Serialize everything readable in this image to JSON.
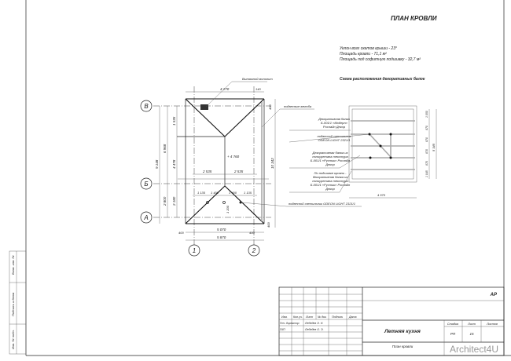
{
  "title": "ПЛАН КРОВЛИ",
  "notes": [
    "Уклон всех скатов крыши  -  23°",
    "Площадь кровли   -  71,1 м²",
    "Площадь под софитную подшивку - 32,7 м²"
  ],
  "schema_title": "Схема расположения декоративных балок",
  "plan": {
    "axes_rows": [
      "В",
      "Б",
      "А"
    ],
    "axes_cols": [
      "1",
      "2"
    ],
    "callouts": {
      "vent": "Вытяжной монолит",
      "gutter": "подвесные желоба",
      "lamp": "подвесной светильник ODEON LIGHT 2321/1"
    },
    "dims": {
      "top": "4 270",
      "top_small": "140",
      "top_right": "400",
      "left_total": "9 148",
      "left_upper": "6 968",
      "left_a": "1 535",
      "left_b": "4 478",
      "left_c": "2 800",
      "left_d": "2 180",
      "mid_left": "2 535",
      "mid_right": "2 535",
      "low1": "1 135",
      "low2": "1 400",
      "low3": "1 400",
      "low4": "1 135",
      "vertical_small": "1 200",
      "level": "+ 4 760",
      "bottom_inner": "5 070",
      "bottom_total": "5 870",
      "bottom_left": "400",
      "bottom_right": "400",
      "right_total": "10 342",
      "right_small": "400"
    }
  },
  "schema": {
    "labels": [
      "Декоративная балка Б-001/1 «Модерн» Рослайн Декор",
      "подвесной светильник ODEON LIGHT 2321/1",
      "Декоративная балка из полиуретана текстура Б-001/1 «Рустик» Рослайн Декор",
      "По подшивке кровли - декоративная балка из полиуретана текстура Б-001/1 «Рустик» Рослайн Декор"
    ],
    "dims_right": [
      "1 050",
      "870",
      "870",
      "870",
      "870",
      "1 045"
    ],
    "dim_total": "5 345",
    "dim_bottom": "4 570"
  },
  "side_stamp": [
    "Взам. инв. №",
    "Подпись и дата",
    "Инв. № подл."
  ],
  "stamp": {
    "code": "АР",
    "headers": [
      "Изм.",
      "Кол.уч.",
      "Лист",
      "№ док.",
      "Подпись",
      "Дата"
    ],
    "people": [
      {
        "role": "Ген. директор",
        "name": "Лебедев Э. Н."
      },
      {
        "role": "ГАП",
        "name": "Лебедев О. Э."
      }
    ],
    "project": "Летняя кухня",
    "sheet_name": "План кровли",
    "stage_label": "Стадия",
    "sheet_label": "Лист",
    "sheets_label": "Листов",
    "stage": "РП",
    "sheet": "15",
    "sheets": "",
    "logo": "Architect4U"
  }
}
